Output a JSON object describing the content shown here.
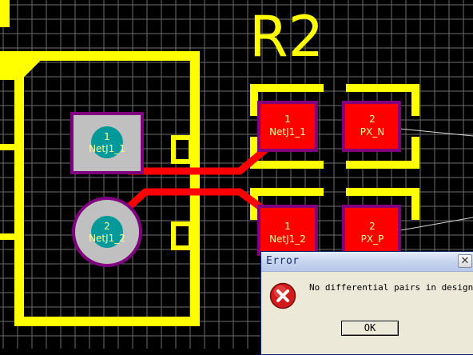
{
  "board": {
    "designator": "R2",
    "layer_colors": {
      "background": "#000000",
      "grid": "#6e6e6e",
      "overlay": "#ffff00",
      "top_copper": "#ff0000",
      "pad_outline": "#800080",
      "via": "#009999",
      "pad_gray": "#c0c0c0",
      "pad_label": "#ffff99"
    },
    "connector_pads": [
      {
        "number": "1",
        "net": "NetJ1_1"
      },
      {
        "number": "2",
        "net": "NetJ1_2"
      }
    ],
    "resistor_pads": [
      {
        "number": "1",
        "net": "NetJ1_1"
      },
      {
        "number": "2",
        "net": "PX_N"
      },
      {
        "number": "1",
        "net": "NetJ1_2"
      },
      {
        "number": "2",
        "net": "PX_P"
      }
    ]
  },
  "dialog": {
    "title": "Error",
    "close_glyph": "✕",
    "icon": "error-icon",
    "message": "No differential pairs in design.",
    "ok_label": "OK"
  }
}
